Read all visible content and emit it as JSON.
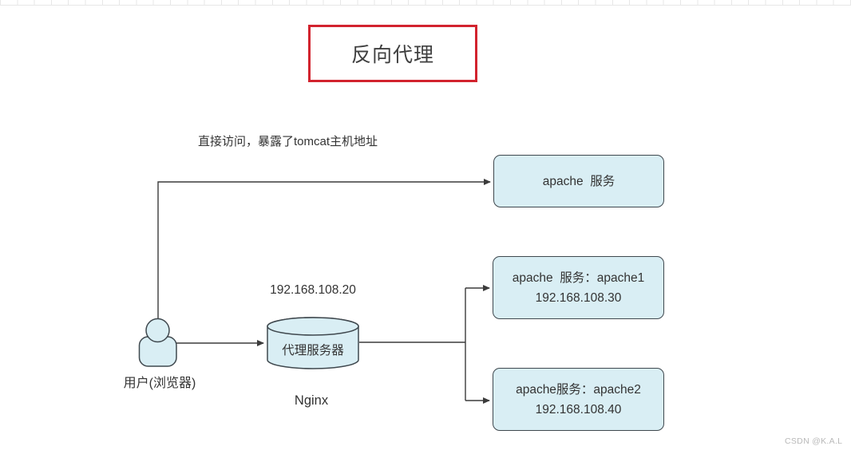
{
  "title": "反向代理",
  "caption": "直接访问，暴露了tomcat主机地址",
  "user": {
    "label": "用户(浏览器)"
  },
  "proxy": {
    "ip": "192.168.108.20",
    "label": "代理服务器",
    "engine": "Nginx"
  },
  "servers": [
    {
      "line1": "apache  服务",
      "line2": ""
    },
    {
      "line1": "apache  服务：apache1",
      "line2": "192.168.108.30"
    },
    {
      "line1": "apache服务：apache2",
      "line2": "192.168.108.40"
    }
  ],
  "watermark": "CSDN @K.A.L",
  "colors": {
    "accent_red": "#d2232e",
    "node_fill": "#d9eef4",
    "node_border": "#3f484e",
    "line": "#3b3b3b",
    "text": "#3a3a3a",
    "grid": "#e7e7e7",
    "watermark": "#b9b9b9"
  }
}
